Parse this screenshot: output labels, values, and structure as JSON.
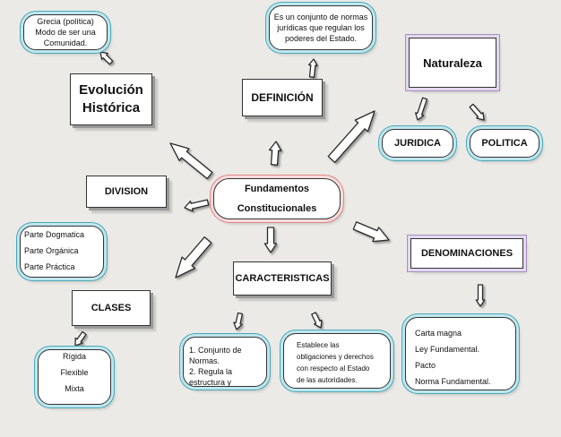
{
  "nodes": {
    "grecia": [
      "Grecia (política)",
      "Modo de ser una",
      "Comunidad."
    ],
    "evolucion": [
      "Evolución",
      "Histórica"
    ],
    "definicion_label": "DEFINICIÓN",
    "definicion_text": [
      "Es un conjunto de normas",
      "jurídicas que regulan los",
      "poderes del Estado."
    ],
    "naturaleza": "Naturaleza",
    "juridica": "JURIDICA",
    "politica": "POLITICA",
    "division": "DIVISION",
    "division_items": [
      "Parte Dogmatica",
      "Parte Orgánica",
      "Parte Práctica"
    ],
    "fundamentos": [
      "Fundamentos",
      "Constitucionales"
    ],
    "denominaciones": "DENOMINACIONES",
    "denominaciones_items": [
      "Carta magna",
      "Ley Fundamental.",
      "Pacto",
      "Norma Fundamental."
    ],
    "clases": "CLASES",
    "clases_items": [
      "Rígida",
      "Flexible",
      "Mixta"
    ],
    "caracteristicas": "CARACTERISTICAS",
    "caract_1": [
      "1. Conjunto de",
      "Normas.",
      "2. Regula la",
      "estructura y"
    ],
    "caract_2": [
      "Establece las",
      "obligaciones y derechos",
      "con respecto al Estado",
      "de las  autoridades."
    ]
  }
}
